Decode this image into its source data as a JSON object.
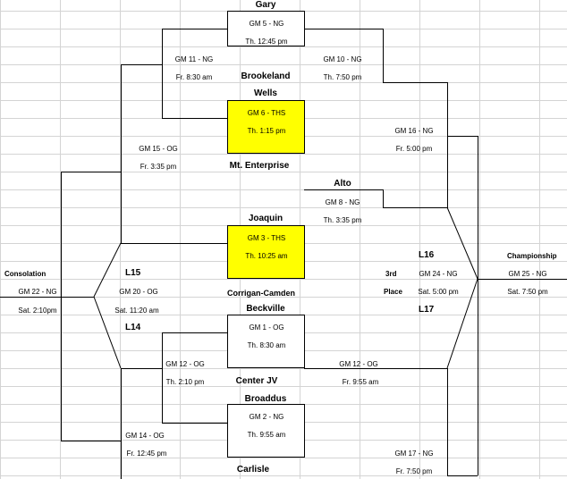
{
  "teams": {
    "gary": "Gary",
    "brookeland": "Brookeland",
    "wells": "Wells",
    "mt_enterprise": "Mt. Enterprise",
    "alto": "Alto",
    "joaquin": "Joaquin",
    "corrigan_camden": "Corrigan-Camden",
    "beckville": "Beckville",
    "center_jv": "Center JV",
    "broaddus": "Broaddus",
    "carlisle": "Carlisle"
  },
  "games": {
    "gm5": {
      "label": "GM 5 - NG",
      "time": "Th. 12:45 pm"
    },
    "gm6": {
      "label": "GM 6 - THS",
      "time": "Th. 1:15 pm"
    },
    "gm3": {
      "label": "GM 3 - THS",
      "time": "Th. 10:25 am"
    },
    "gm8": {
      "label": "GM 8 - NG",
      "time": "Th. 3:35 pm"
    },
    "gm1": {
      "label": "GM 1 - OG",
      "time": "Th. 8:30 am"
    },
    "gm2": {
      "label": "GM 2 - NG",
      "time": "Th. 9:55 am"
    },
    "gm11": {
      "label": "GM 11 - NG",
      "time": "Fr. 8:30 am"
    },
    "gm10": {
      "label": "GM 10 - NG",
      "time": "Th. 7:50 pm"
    },
    "gm15": {
      "label": "GM 15 - OG",
      "time": "Fr. 3:35 pm"
    },
    "gm16": {
      "label": "GM 16 - NG",
      "time": "Fr. 5:00 pm"
    },
    "gm12l": {
      "label": "GM 12 - OG",
      "time": "Th. 2:10 pm"
    },
    "gm12r": {
      "label": "GM 12 - OG",
      "time": "Fr. 9:55 am"
    },
    "gm14": {
      "label": "GM 14 - OG",
      "time": "Fr. 12:45 pm"
    },
    "gm17": {
      "label": "GM 17 - NG",
      "time": "Fr. 7:50 pm"
    },
    "gm20": {
      "label": "GM 20 - OG",
      "time": "Sat. 11:20 am"
    },
    "gm22": {
      "label": "GM 22 - NG",
      "time": "Sat. 2:10pm"
    },
    "gm24": {
      "label": "GM 24 - NG",
      "time": "Sat. 5:00 pm"
    },
    "gm25": {
      "label": "GM 25 - NG",
      "time": "Sat. 7:50 pm"
    }
  },
  "labels": {
    "consolation": "Consolation",
    "championship": "Championship",
    "third": "3rd",
    "place": "Place",
    "l15": "L15",
    "l14": "L14",
    "l16": "L16",
    "l17": "L17"
  },
  "colors": {
    "highlight": "#ffff00",
    "grid": "#d4d4d4"
  }
}
